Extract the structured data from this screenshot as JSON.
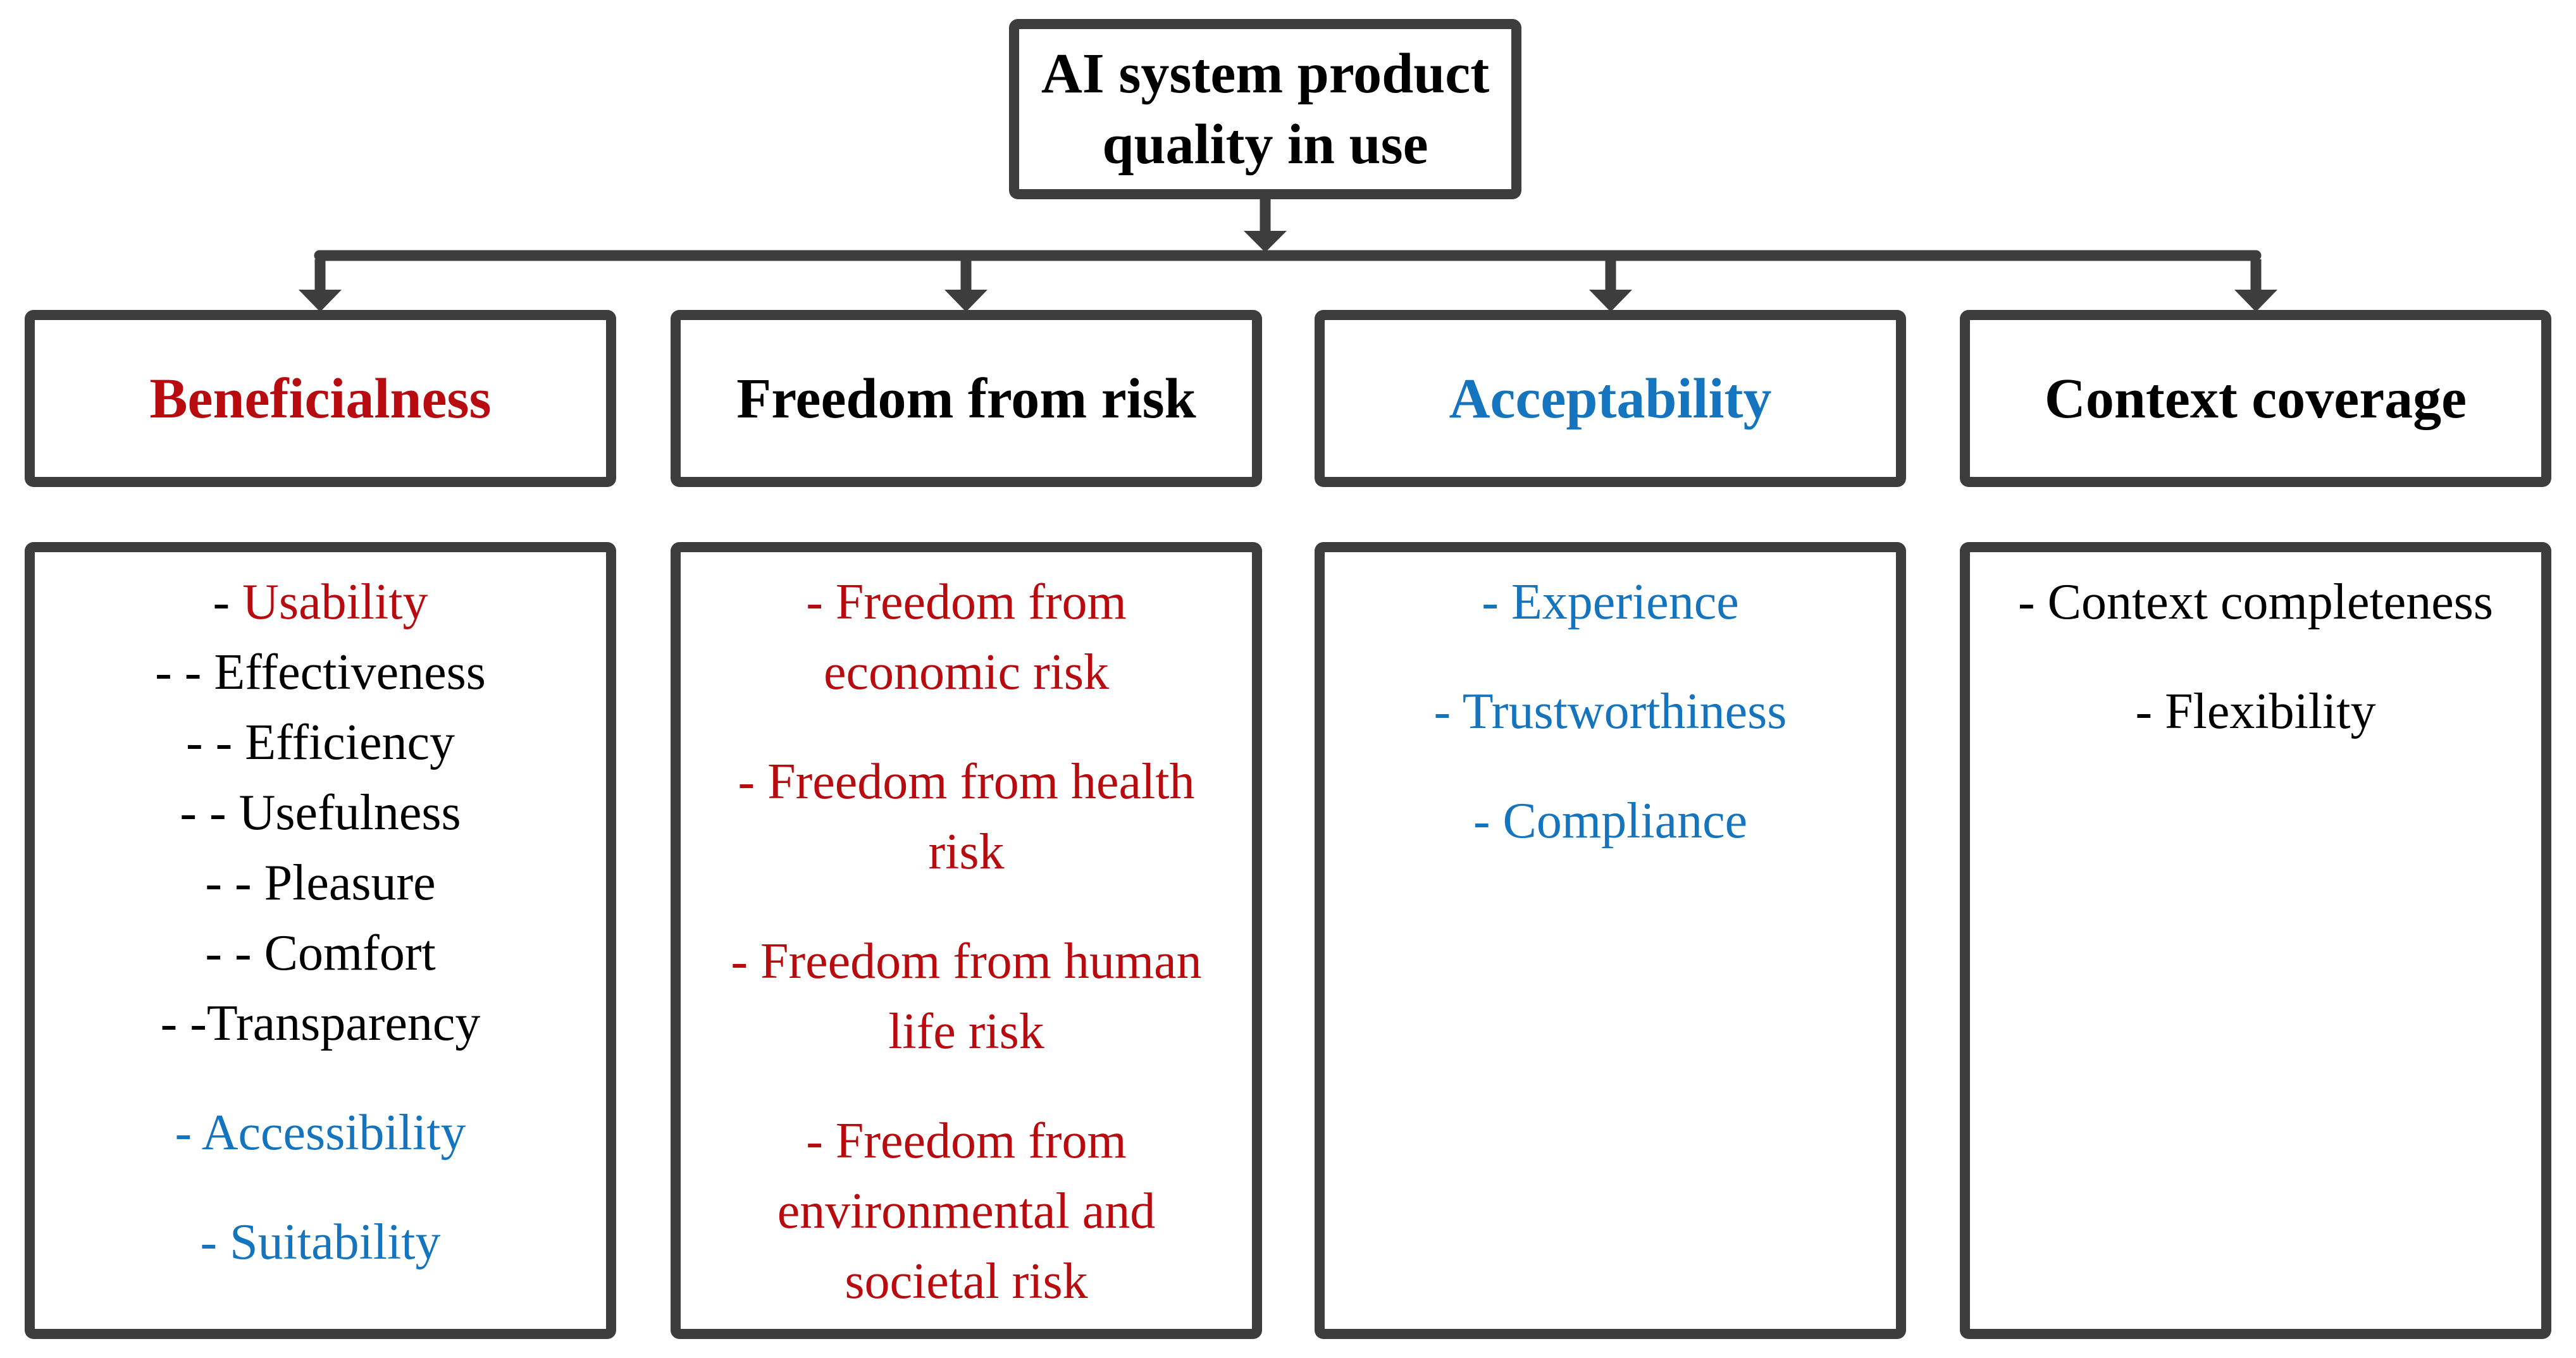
{
  "colors": {
    "line_gray": "#3D3D3D",
    "red": "#B80B0F",
    "blue": "#1474BE",
    "black": "#000000",
    "background": "#FFFFFF"
  },
  "title": {
    "line1": "AI system product",
    "line2": "quality in use"
  },
  "branches": [
    {
      "header": "Beneficialness",
      "header_color": "#B80B0F",
      "items": {
        "usability_prefix": "- ",
        "usability": "Usability",
        "effectiveness": "- - Effectiveness",
        "efficiency": "- - Efficiency",
        "usefulness": "- - Usefulness",
        "pleasure": "- - Pleasure",
        "comfort": "- - Comfort",
        "transparency": "- -Transparency",
        "accessibility": "- Accessibility",
        "suitability": "- Suitability"
      }
    },
    {
      "header": "Freedom from risk",
      "header_color": "#000000",
      "items": {
        "economic": [
          "- Freedom from",
          "economic risk"
        ],
        "health": [
          "- Freedom from health",
          "risk"
        ],
        "human_life": [
          "- Freedom from human",
          "life risk"
        ],
        "environmental": [
          "- Freedom from",
          "environmental and",
          "societal risk"
        ]
      }
    },
    {
      "header": "Acceptability",
      "header_color": "#1474BE",
      "items": {
        "experience": "- Experience",
        "trustworthiness": "- Trustworthiness",
        "compliance": "- Compliance"
      }
    },
    {
      "header": "Context coverage",
      "header_color": "#000000",
      "items": {
        "context_completeness": "- Context completeness",
        "flexibility": "- Flexibility"
      }
    }
  ]
}
